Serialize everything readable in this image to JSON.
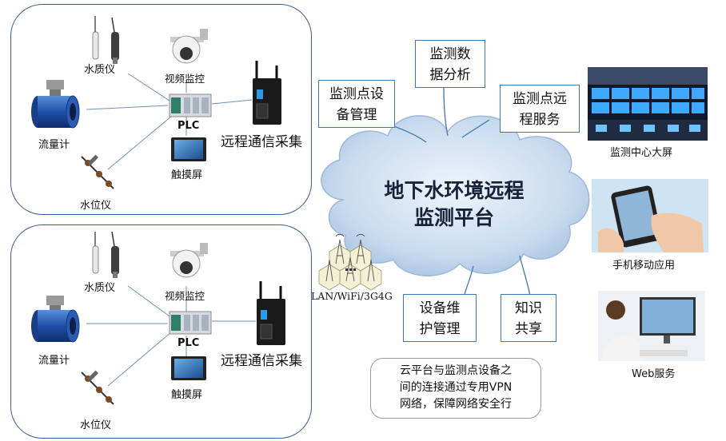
{
  "sites": [
    {
      "water_quality": "水质仪",
      "video": "视频监控",
      "flow": "流量计",
      "plc": "PLC",
      "touch": "触摸屏",
      "level": "水位仪",
      "remote": "远程通信采集"
    },
    {
      "water_quality": "水质仪",
      "video": "视频监控",
      "flow": "流量计",
      "plc": "PLC",
      "touch": "触摸屏",
      "level": "水位仪",
      "remote": "远程通信采集"
    }
  ],
  "network_label": "LAN/WiFi/3G4G",
  "cloud": {
    "title_line1": "地下水环境远程",
    "title_line2": "监测平台"
  },
  "callouts": {
    "device_mgmt": [
      "监测点设",
      "备管理"
    ],
    "data_analysis": [
      "监测数",
      "据分析"
    ],
    "remote_service": [
      "监测点远",
      "程服务"
    ],
    "maintenance": [
      "设备维",
      "护管理"
    ],
    "knowledge": [
      "知识",
      "共享"
    ]
  },
  "note": [
    "云平台与监测点设备之",
    "间的连接通过专用VPN",
    "网络，保障网络安全行"
  ],
  "clients": {
    "big_screen": "监测中心大屏",
    "mobile": "手机移动应用",
    "web": "Web服务"
  },
  "colors": {
    "box_border": "#3a5a9a",
    "cloud_fill": "#c9dbef",
    "callout_border": "#3a78b5"
  }
}
